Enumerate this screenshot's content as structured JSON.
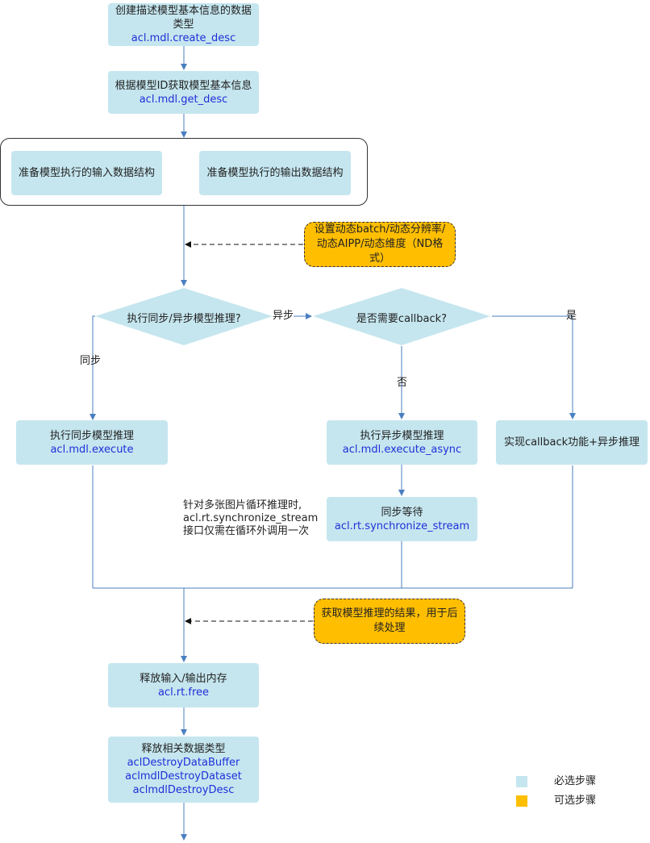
{
  "steps": {
    "create_desc": {
      "text": "创建描述模型基本信息的数据类型",
      "api": "acl.mdl.create_desc"
    },
    "get_desc": {
      "text": "根据模型ID获取模型基本信息",
      "api": "acl.mdl.get_desc"
    },
    "prep_input": {
      "text": "准备模型执行的输入数据结构"
    },
    "prep_output": {
      "text": "准备模型执行的输出数据结构"
    },
    "dynamic": {
      "text": "设置动态batch/动态分辨率/动态AIPP/动态维度（ND格式）"
    },
    "decision_sync": {
      "text": "执行同步/异步模型推理?"
    },
    "decision_callback": {
      "text": "是否需要callback?"
    },
    "exec_sync": {
      "text": "执行同步模型推理",
      "api": "acl.mdl.execute"
    },
    "exec_async": {
      "text": "执行异步模型推理",
      "api": "acl.mdl.execute_async"
    },
    "callback_async": {
      "text": "实现callback功能+异步推理"
    },
    "sync_wait": {
      "text": "同步等待",
      "api": "acl.rt.synchronize_stream"
    },
    "note": {
      "line1": "针对多张图片循环推理时,",
      "line2": "acl.rt.synchronize_stream",
      "line3": "接口仅需在循环外调用一次"
    },
    "get_result": {
      "text": "获取模型推理的结果，用于后续处理"
    },
    "free_mem": {
      "text": "释放输入/输出内存",
      "api": "acl.rt.free"
    },
    "destroy": {
      "text": "释放相关数据类型",
      "api1": "aclDestroyDataBuffer",
      "api2": "aclmdlDestroyDataset",
      "api3": "aclmdlDestroyDesc"
    }
  },
  "edge_labels": {
    "async": "异步",
    "sync": "同步",
    "no": "否",
    "yes": "是"
  },
  "legend": [
    {
      "label": "必选步骤",
      "color": "#c5e6ef"
    },
    {
      "label": "可选步骤",
      "color": "#ffbe00"
    }
  ],
  "colors": {
    "required": "#c5e6ef",
    "optional": "#ffbe00",
    "arrow": "#4a7fc1",
    "api_text": "#1f2fd8"
  }
}
